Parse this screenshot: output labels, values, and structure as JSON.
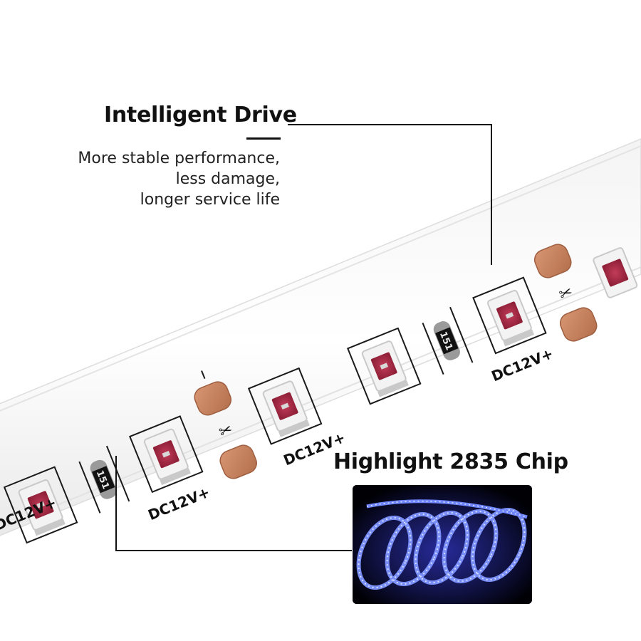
{
  "features": {
    "drive": {
      "title": "Intelligent Drive",
      "description_lines": [
        "More stable performance,",
        "less damage,",
        "longer service life"
      ]
    },
    "chip": {
      "title": "Highlight 2835 Chip"
    }
  },
  "strip": {
    "voltage_label": "DC12V+",
    "resistor_code": "151",
    "led_color": "#b52a4a",
    "pad_color": "#c8865f",
    "photo_glow_color": "#3d5cff"
  },
  "icons": {
    "cut_mark": "scissors-icon"
  }
}
